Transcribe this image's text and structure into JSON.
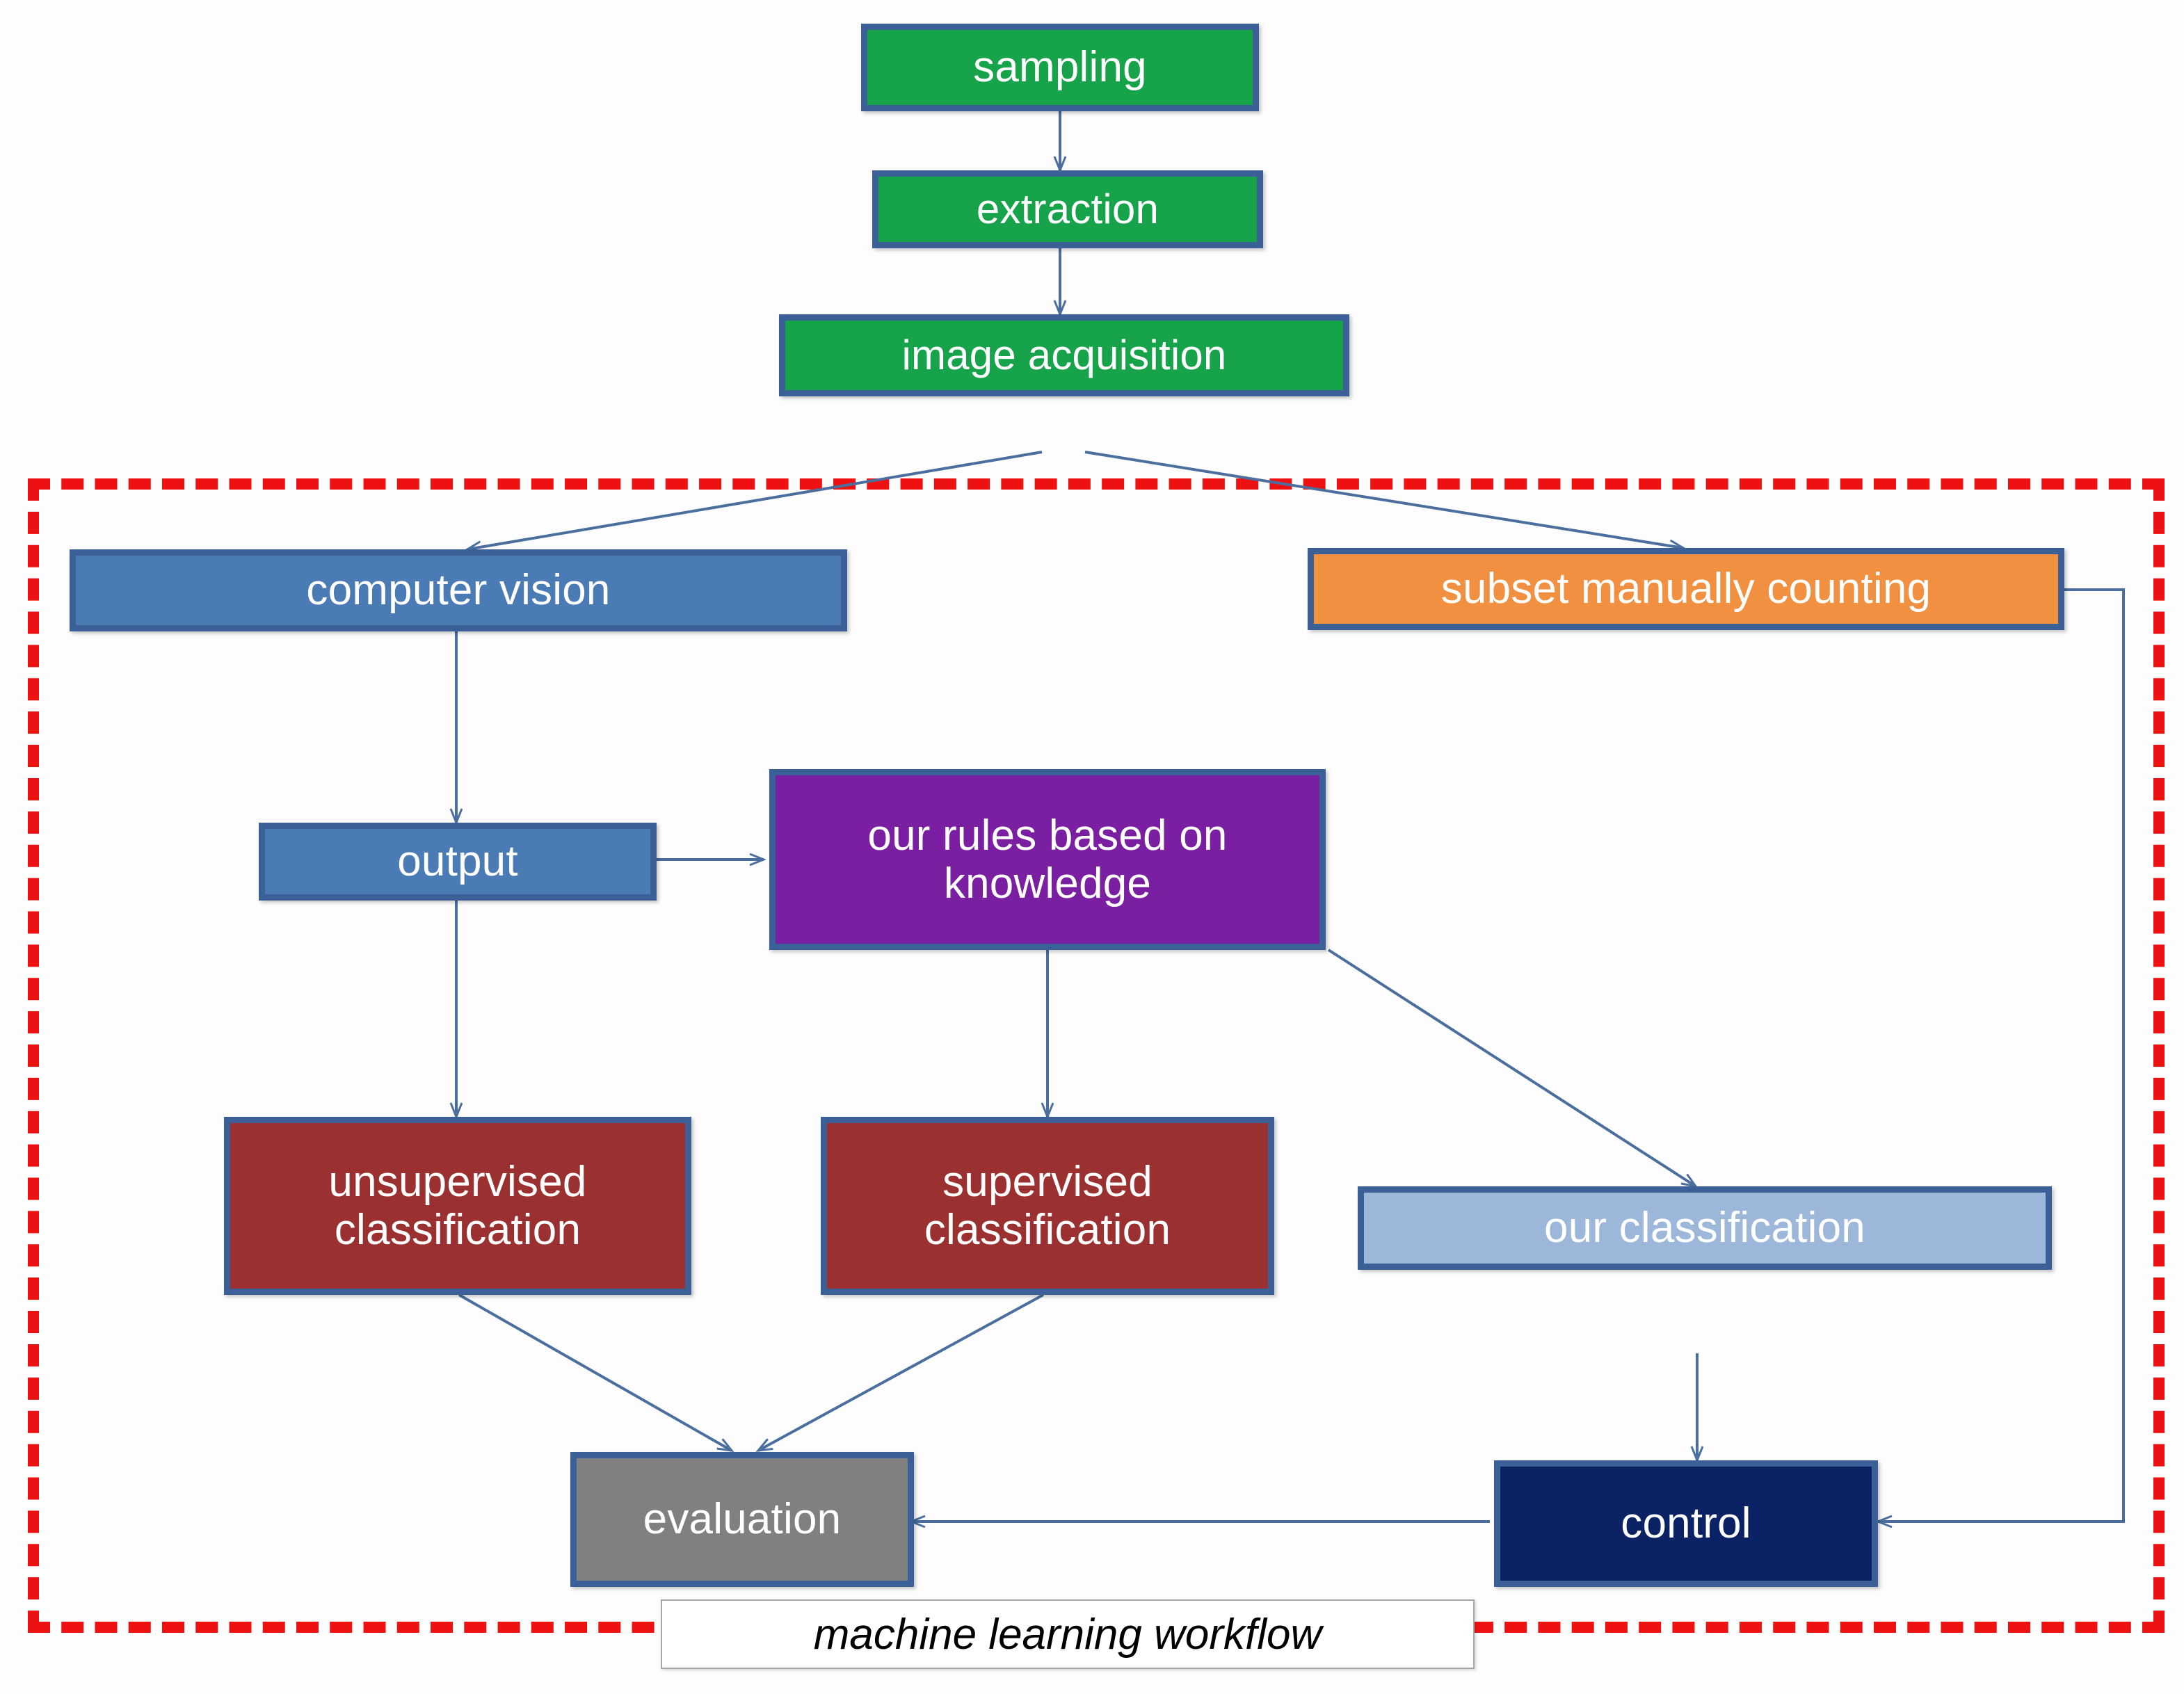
{
  "diagram": {
    "title_caption": "machine learning workflow",
    "region_label": "machine learning workflow",
    "colors": {
      "node_border": "#3b6098",
      "region_border": "#ee1111",
      "green": "#16a34a",
      "blue": "#4b7bb5",
      "orange": "#f19040",
      "purple": "#7b1fa2",
      "dark_red": "#9b3030",
      "light_blue": "#9db7db",
      "gray": "#808080",
      "navy": "#0b2265",
      "arrow": "#4a6f9e"
    },
    "nodes": [
      {
        "id": "sampling",
        "label": "sampling",
        "fill": "green"
      },
      {
        "id": "extraction",
        "label": "extraction",
        "fill": "green"
      },
      {
        "id": "image_acq",
        "label": "image acquisition",
        "fill": "green"
      },
      {
        "id": "computer_vision",
        "label": "computer vision",
        "fill": "blue"
      },
      {
        "id": "subset_manual",
        "label": "subset manually counting",
        "fill": "orange"
      },
      {
        "id": "output",
        "label": "output",
        "fill": "blue"
      },
      {
        "id": "rules",
        "label": "our rules based on knowledge",
        "fill": "purple"
      },
      {
        "id": "unsupervised",
        "label": "unsupervised classification",
        "fill": "dark_red"
      },
      {
        "id": "supervised",
        "label": "supervised classification",
        "fill": "dark_red"
      },
      {
        "id": "our_class",
        "label": "our classification",
        "fill": "light_blue"
      },
      {
        "id": "evaluation",
        "label": "evaluation",
        "fill": "gray"
      },
      {
        "id": "control",
        "label": "control",
        "fill": "navy"
      }
    ],
    "edges": [
      {
        "from": "sampling",
        "to": "extraction"
      },
      {
        "from": "extraction",
        "to": "image_acq"
      },
      {
        "from": "image_acq",
        "to": "computer_vision"
      },
      {
        "from": "image_acq",
        "to": "subset_manual"
      },
      {
        "from": "computer_vision",
        "to": "output"
      },
      {
        "from": "output",
        "to": "rules"
      },
      {
        "from": "output",
        "to": "unsupervised"
      },
      {
        "from": "rules",
        "to": "supervised"
      },
      {
        "from": "rules",
        "to": "our_class"
      },
      {
        "from": "unsupervised",
        "to": "evaluation"
      },
      {
        "from": "supervised",
        "to": "evaluation"
      },
      {
        "from": "our_class",
        "to": "control"
      },
      {
        "from": "subset_manual",
        "to": "control"
      },
      {
        "from": "control",
        "to": "evaluation"
      }
    ]
  }
}
